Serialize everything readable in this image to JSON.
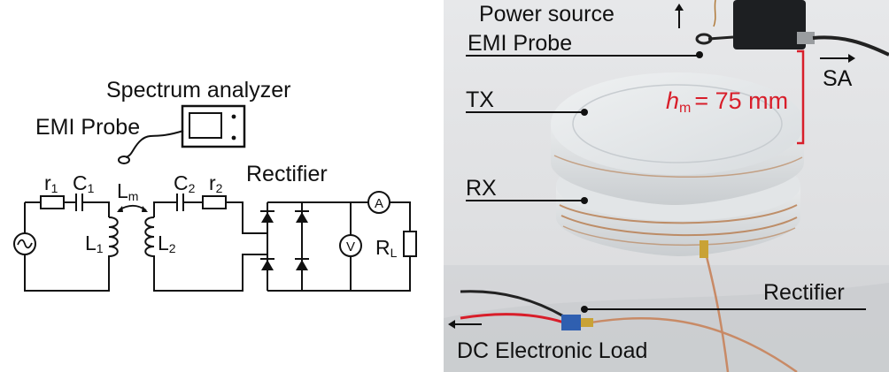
{
  "schematic": {
    "spectrum_analyzer": "Spectrum analyzer",
    "emi_probe": "EMI Probe",
    "rectifier": "Rectifier",
    "r1": "r",
    "r1_sub": "1",
    "c1": "C",
    "c1_sub": "1",
    "c2": "C",
    "c2_sub": "2",
    "r2": "r",
    "r2_sub": "2",
    "lm": "L",
    "lm_sub": "m",
    "l1": "L",
    "l1_sub": "1",
    "l2": "L",
    "l2_sub": "2",
    "rl": "R",
    "rl_sub": "L",
    "ammeter": "A",
    "voltmeter": "V"
  },
  "photo": {
    "power_source": "Power source",
    "emi_probe": "EMI Probe",
    "sa": "SA",
    "tx": "TX",
    "rx": "RX",
    "hm_symbol": "h",
    "hm_sub": "m",
    "hm_value": "= 75 mm",
    "rectifier": "Rectifier",
    "dc_load": "DC Electronic Load"
  },
  "colors": {
    "annotation_red": "#d81e2a",
    "line": "#111111"
  }
}
